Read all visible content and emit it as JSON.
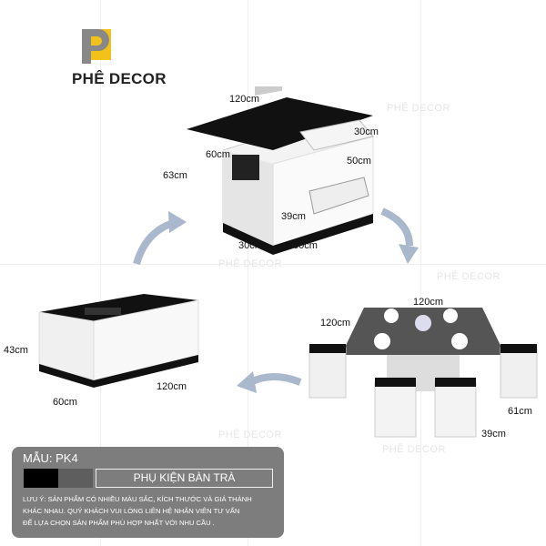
{
  "brand": {
    "name": "PHÊ DECOR",
    "watermark": "PHÊ DECOR"
  },
  "top_view": {
    "width": "120cm",
    "depth": "60cm",
    "height": "63cm",
    "lift_depth": "30cm",
    "lift_width": "50cm",
    "drawer_height": "39cm",
    "base_a": "30cm",
    "base_b": "30cm"
  },
  "closed_view": {
    "height": "43cm",
    "depth": "60cm",
    "width": "120cm"
  },
  "open_view": {
    "width": "120cm",
    "depth": "120cm",
    "stool_width": "61cm",
    "stool_height": "39cm"
  },
  "panel": {
    "model": "MẪU: PK4",
    "colors": [
      "#000000",
      "#5e5e5e"
    ],
    "accessory": "PHỤ KIỆN BÀN TRÀ",
    "note_lines": [
      "LƯU Ý: SẢN PHẨM CÓ NHIỀU MÀU SẮC, KÍCH THƯỚC VÀ GIÁ THÀNH",
      "KHÁC NHAU. QUÝ KHÁCH VUI LÒNG LIÊN HỆ NHÂN VIÊN TƯ VẤN",
      "ĐỂ LỰA CHỌN SẢN PHẨM PHÙ HỢP NHẤT VỚI NHU CẦU ."
    ]
  }
}
